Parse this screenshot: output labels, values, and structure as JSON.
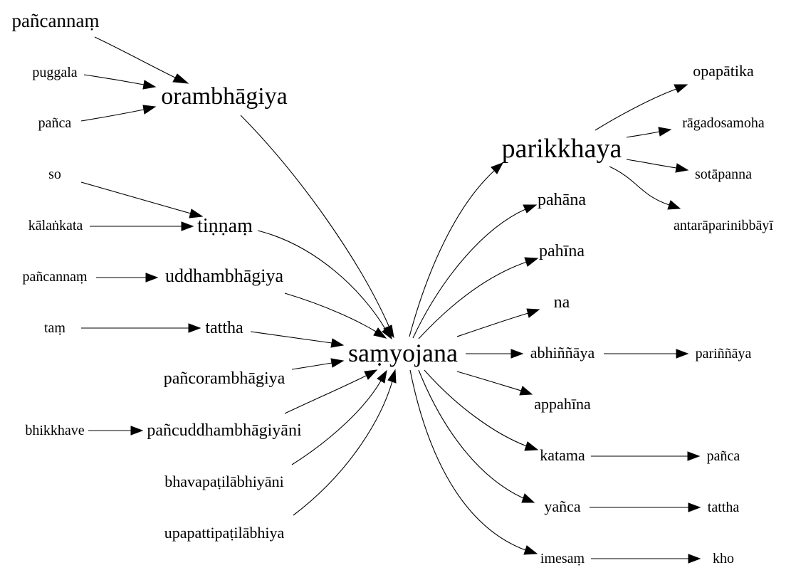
{
  "diagram": {
    "type": "directed-word-graph",
    "nodes": {
      "pancannam_top": "pañcannaṃ",
      "puggala": "puggala",
      "panca_left": "pañca",
      "orambhagiya": "orambhāgiya",
      "so": "so",
      "kalankata": "kālaṅkata",
      "tinnam": "tiṇṇaṃ",
      "pancannam_mid": "pañcannaṃ",
      "uddhambhagiya": "uddhambhāgiya",
      "tam": "taṃ",
      "tattha_left": "tattha",
      "pancorambhagiya": "pañcorambhāgiya",
      "bhikkhave": "bhikkhave",
      "pancuddhambhagiyani": "pañcuddhambhāgiyāni",
      "bhavapatilabhiyani": "bhavapaṭilābhiyāni",
      "upapattipatilabhiya": "upapattipaṭilābhiya",
      "samyojana": "saṃyojana",
      "parikkhaya": "parikkhaya",
      "opapatika": "opapātika",
      "ragadosamoha": "rāgadosamoha",
      "sotapanna": "sotāpanna",
      "antaraparinibbayi": "antarāparinibbāyī",
      "pahana": "pahāna",
      "pahina": "pahīna",
      "na": "na",
      "abhinnaya": "abhiññāya",
      "parinnaya": "pariññāya",
      "appahina": "appahīna",
      "katama": "katama",
      "panca_right": "pañca",
      "yanca": "yañca",
      "tattha_right": "tattha",
      "imesam": "imesaṃ",
      "kho": "kho"
    },
    "edges": [
      [
        "pancannam_top",
        "orambhagiya"
      ],
      [
        "puggala",
        "orambhagiya"
      ],
      [
        "panca_left",
        "orambhagiya"
      ],
      [
        "orambhagiya",
        "samyojana"
      ],
      [
        "so",
        "tinnam"
      ],
      [
        "kalankata",
        "tinnam"
      ],
      [
        "tinnam",
        "samyojana"
      ],
      [
        "pancannam_mid",
        "uddhambhagiya"
      ],
      [
        "uddhambhagiya",
        "samyojana"
      ],
      [
        "tam",
        "tattha_left"
      ],
      [
        "tattha_left",
        "samyojana"
      ],
      [
        "pancorambhagiya",
        "samyojana"
      ],
      [
        "bhikkhave",
        "pancuddhambhagiyani"
      ],
      [
        "pancuddhambhagiyani",
        "samyojana"
      ],
      [
        "bhavapatilabhiyani",
        "samyojana"
      ],
      [
        "upapattipatilabhiya",
        "samyojana"
      ],
      [
        "samyojana",
        "parikkhaya"
      ],
      [
        "samyojana",
        "pahana"
      ],
      [
        "samyojana",
        "pahina"
      ],
      [
        "samyojana",
        "na"
      ],
      [
        "samyojana",
        "abhinnaya"
      ],
      [
        "samyojana",
        "appahina"
      ],
      [
        "samyojana",
        "katama"
      ],
      [
        "samyojana",
        "yanca"
      ],
      [
        "samyojana",
        "imesam"
      ],
      [
        "parikkhaya",
        "opapatika"
      ],
      [
        "parikkhaya",
        "ragadosamoha"
      ],
      [
        "parikkhaya",
        "sotapanna"
      ],
      [
        "parikkhaya",
        "antaraparinibbayi"
      ],
      [
        "abhinnaya",
        "parinnaya"
      ],
      [
        "katama",
        "panca_right"
      ],
      [
        "yanca",
        "tattha_right"
      ],
      [
        "imesam",
        "kho"
      ]
    ]
  }
}
